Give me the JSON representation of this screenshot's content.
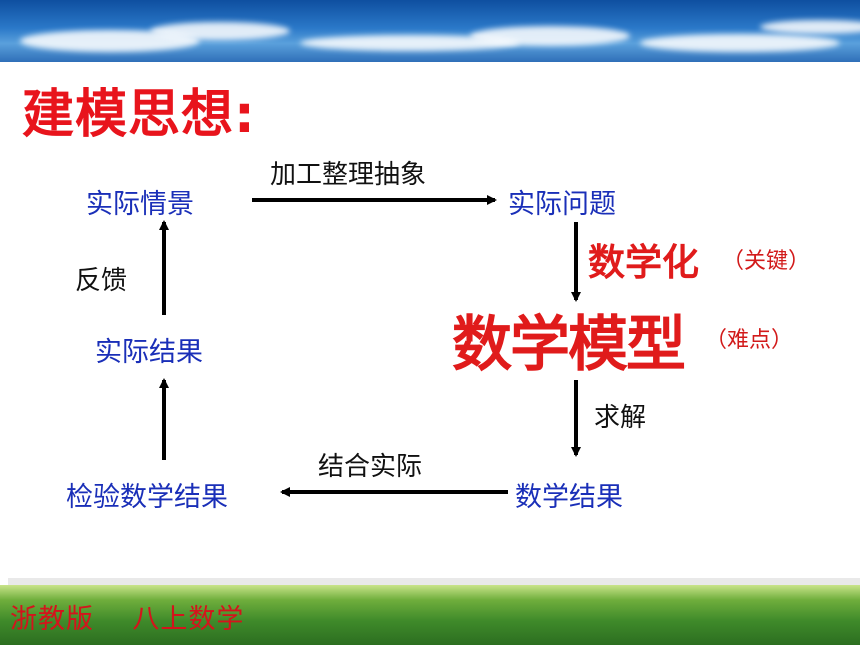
{
  "title": "建模思想:",
  "nodes": {
    "real_situation": "实际情景",
    "real_problem": "实际问题",
    "real_result": "实际结果",
    "check_math_result": "检验数学结果",
    "math_result": "数学结果"
  },
  "edges": {
    "process_abstract": "加工整理抽象",
    "feedback": "反馈",
    "solve": "求解",
    "combine_reality": "结合实际"
  },
  "mathematization": "数学化",
  "mathematization_note": "（关键）",
  "math_model": "数学模型",
  "math_model_note": "（难点）",
  "footer": "浙教版    八上数学",
  "colors": {
    "title": "#e8141c",
    "node": "#1a2fb8",
    "arrow": "#000000"
  }
}
